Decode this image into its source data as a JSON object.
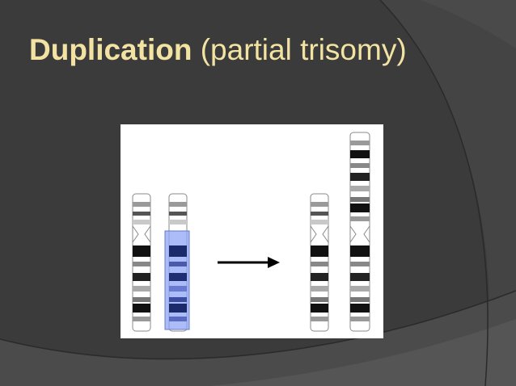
{
  "slide": {
    "title_bold": "Duplication",
    "title_rest": "(partial trisomy)"
  },
  "colors": {
    "background": "#3a3a3a",
    "title": "#f3e3a3",
    "highlight": "#8fa6f5"
  },
  "figure": {
    "chromosomes": [
      {
        "name": "normal",
        "duplicated": false
      },
      {
        "name": "affected-before",
        "duplicated": false,
        "highlighted": true
      },
      {
        "name": "normal",
        "duplicated": false
      },
      {
        "name": "affected-after",
        "duplicated": true
      }
    ],
    "arrow": "right"
  }
}
